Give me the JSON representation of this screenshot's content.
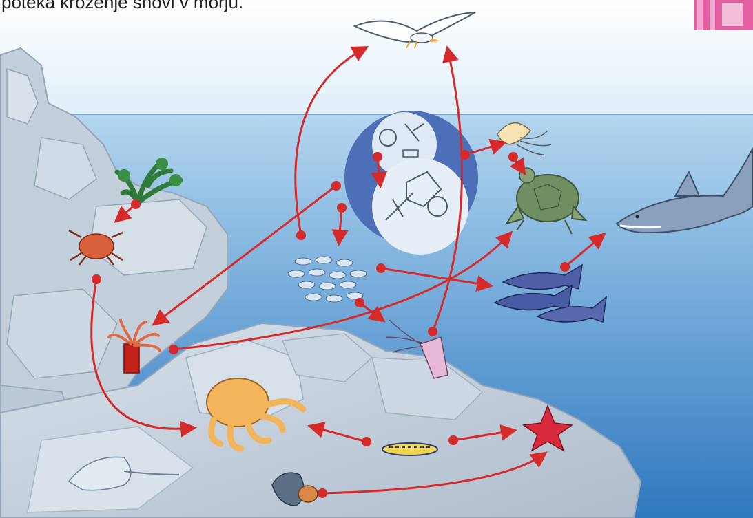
{
  "caption": "poteka kroženje snovi v morju.",
  "scene": {
    "colors": {
      "sky": "#dfeef8",
      "sea_top": "#a6cdea",
      "sea_deep": "#3f86c8",
      "rock": "#c5d0dc",
      "rock_dark": "#9fb0c2",
      "arrow": "#d62a2a",
      "plankton_ring": "#4d6fb8"
    },
    "organisms": [
      {
        "id": "gull",
        "name": "galeb",
        "icon": "seagull-icon"
      },
      {
        "id": "plankton",
        "name": "plankton",
        "icon": "plankton-icon"
      },
      {
        "id": "jellyfish",
        "name": "meduza",
        "icon": "jellyfish-icon"
      },
      {
        "id": "turtle",
        "name": "želva",
        "icon": "turtle-icon"
      },
      {
        "id": "shark",
        "name": "morski pes",
        "icon": "shark-icon"
      },
      {
        "id": "tuna",
        "name": "tuni",
        "icon": "tuna-icon"
      },
      {
        "id": "small_fish",
        "name": "jata rib",
        "icon": "fish-school-icon"
      },
      {
        "id": "squid",
        "name": "lignji",
        "icon": "squid-icon"
      },
      {
        "id": "seaweed",
        "name": "alga",
        "icon": "seaweed-icon"
      },
      {
        "id": "crab",
        "name": "rakovica",
        "icon": "crab-icon"
      },
      {
        "id": "anemone",
        "name": "morska vetrnica",
        "icon": "anemone-icon"
      },
      {
        "id": "octopus",
        "name": "hobotnica",
        "icon": "octopus-icon"
      },
      {
        "id": "sea_slug",
        "name": "morski polž",
        "icon": "sea-slug-icon"
      },
      {
        "id": "starfish",
        "name": "morska zvezda",
        "icon": "starfish-icon"
      },
      {
        "id": "ray",
        "name": "skat",
        "icon": "ray-icon"
      },
      {
        "id": "hermit_crab",
        "name": "rak samotar",
        "icon": "hermit-crab-icon"
      },
      {
        "id": "beach_hut",
        "name": "kabina",
        "icon": "beach-hut-icon"
      }
    ],
    "flows": [
      {
        "from": "squid",
        "to": "gull"
      },
      {
        "from": "small_fish",
        "to": "gull"
      },
      {
        "from": "plankton",
        "to": "jellyfish"
      },
      {
        "from": "jellyfish",
        "to": "turtle"
      },
      {
        "from": "plankton",
        "to": "plankton"
      },
      {
        "from": "plankton",
        "to": "small_fish"
      },
      {
        "from": "plankton",
        "to": "anemone"
      },
      {
        "from": "small_fish",
        "to": "tuna"
      },
      {
        "from": "small_fish",
        "to": "squid"
      },
      {
        "from": "tuna",
        "to": "shark"
      },
      {
        "from": "anemone",
        "to": "turtle"
      },
      {
        "from": "seaweed",
        "to": "crab"
      },
      {
        "from": "crab",
        "to": "octopus"
      },
      {
        "from": "sea_slug",
        "to": "octopus"
      },
      {
        "from": "sea_slug",
        "to": "starfish"
      },
      {
        "from": "hermit_crab",
        "to": "starfish"
      }
    ]
  }
}
